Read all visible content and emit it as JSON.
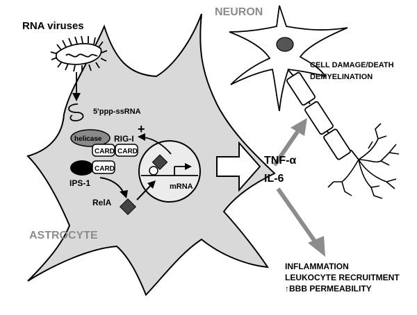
{
  "labels": {
    "rna_viruses": "RNA viruses",
    "ssrna": "5'ppp-ssRNA",
    "helicase": "helicase",
    "rig_i": "RIG-I",
    "card1": "CARD",
    "card2": "CARD",
    "card3": "CARD",
    "ips1": "IPS-1",
    "rela": "RelA",
    "mrna": "mRNA",
    "plus": "+",
    "astrocyte": "ASTROCYTE",
    "neuron": "NEURON",
    "tnf": "TNF-α",
    "il6": "IL-6",
    "damage_1": "CELL DAMAGE/DEATH",
    "damage_2": "DEMYELINATION",
    "effects_1": "INFLAMMATION",
    "effects_2": "LEUKOCYTE  RECRUITMENT",
    "effects_3": "↑BBB PERMEABILITY"
  },
  "colors": {
    "cell_fill": "#d9d9d9",
    "outline": "#000000",
    "gray_arrow": "#8c8c8c",
    "gray_label": "#8c8c8c",
    "nucleus": "#555555",
    "helicase_fill": "#8a8a8a",
    "black": "#000000"
  }
}
